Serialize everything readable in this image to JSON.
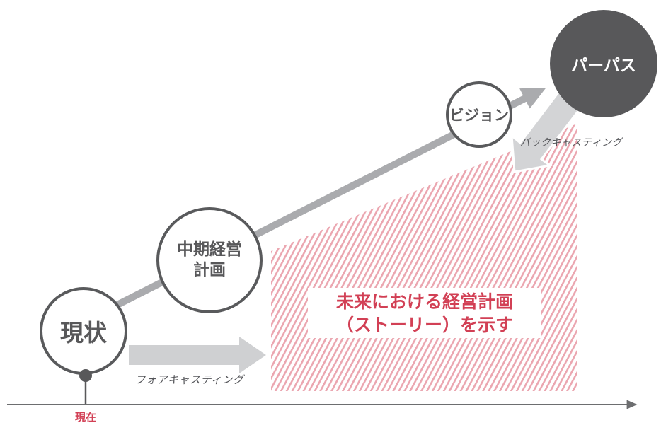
{
  "diagram": {
    "title_implicit": "forecasting-backcasting management plan diagram",
    "nodes": {
      "genjo": {
        "label": "現状"
      },
      "chuki": {
        "label_line1": "中期経営",
        "label_line2": "計画"
      },
      "vision": {
        "label": "ビジョン"
      },
      "purpose": {
        "label": "パーパス"
      }
    },
    "labels": {
      "forecasting": "フォアキャスティング",
      "backcasting": "バックキャスティング",
      "now": "現在",
      "future_plan_line1": "未来における経営計画",
      "future_plan_line2": "（ストーリー）を示す"
    },
    "colors": {
      "dark_gray": "#58585a",
      "circle_border": "#595a5c",
      "main_arrow_gray": "#aaabae",
      "light_arrow_gray": "#cfd0d2",
      "hatch_pink": "#eba6b0",
      "accent_red": "#d24055",
      "axis_gray": "#6d6e70",
      "background": "#ffffff"
    }
  }
}
